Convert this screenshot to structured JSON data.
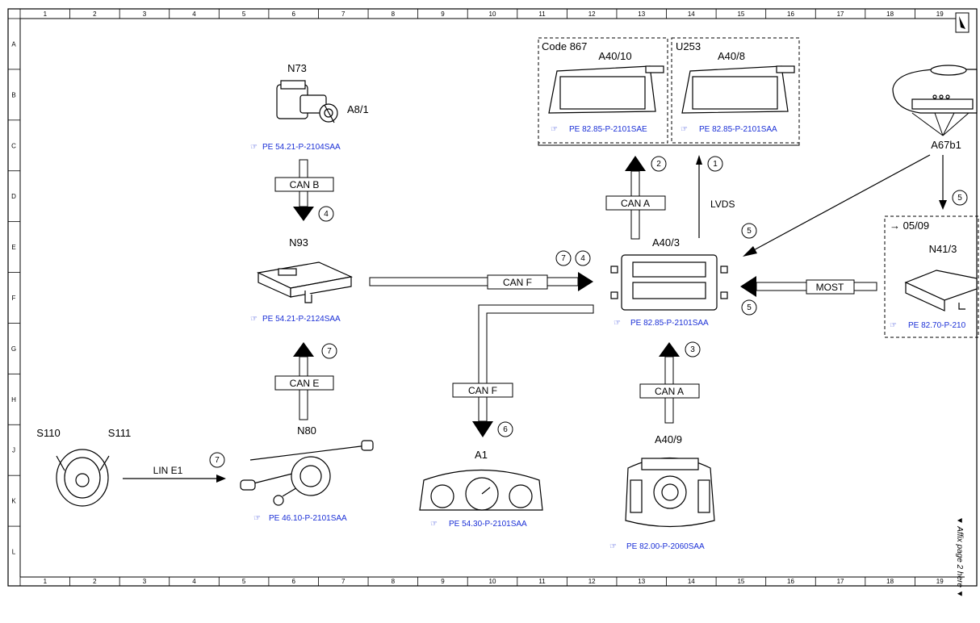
{
  "grid": {
    "cols": [
      "1",
      "2",
      "3",
      "4",
      "5",
      "6",
      "7",
      "8",
      "9",
      "10",
      "11",
      "12",
      "13",
      "14",
      "15",
      "16",
      "17",
      "18",
      "19"
    ],
    "rows": [
      "A",
      "B",
      "C",
      "D",
      "E",
      "F",
      "G",
      "H",
      "J",
      "K",
      "L"
    ]
  },
  "groups": {
    "code867": "Code 867",
    "u253": "U253",
    "from0509": "→ 05/09"
  },
  "components": {
    "n73": "N73",
    "a81": "A8/1",
    "n93": "N93",
    "n80": "N80",
    "s110": "S110",
    "s111": "S111",
    "a1": "A1",
    "a409": "A40/9",
    "a403": "A40/3",
    "a4010": "A40/10",
    "a408": "A40/8",
    "a67b1": "A67b1",
    "n413": "N41/3"
  },
  "refs": {
    "n73": "PE 54.21-P-2104SAA",
    "n93": "PE 54.21-P-2124SAA",
    "n80": "PE 46.10-P-2101SAA",
    "a1": "PE 54.30-P-2101SAA",
    "a409": "PE 82.00-P-2060SAA",
    "a403": "PE 82.85-P-2101SAA",
    "a4010": "PE 82.85-P-2101SAE",
    "a408": "PE 82.85-P-2101SAA",
    "n413": "PE 82.70-P-210"
  },
  "buses": {
    "canB": "CAN B",
    "canE": "CAN E",
    "canF1": "CAN F",
    "canF2": "CAN F",
    "canA1": "CAN A",
    "canA2": "CAN A",
    "most": "MOST",
    "lvds": "LVDS",
    "line1": "LIN E1"
  },
  "markers": {
    "m4a": "4",
    "m7a": "7",
    "m7b": "7",
    "m4b": "4",
    "m6": "6",
    "m3": "3",
    "m2": "2",
    "m1": "1",
    "m5a": "5",
    "m5b": "5",
    "m5c": "5",
    "m7c": "7"
  },
  "side_note": "▼ Affix page 2 here ▼",
  "colors": {
    "ref": "#1a2fd6",
    "line": "#000000"
  }
}
